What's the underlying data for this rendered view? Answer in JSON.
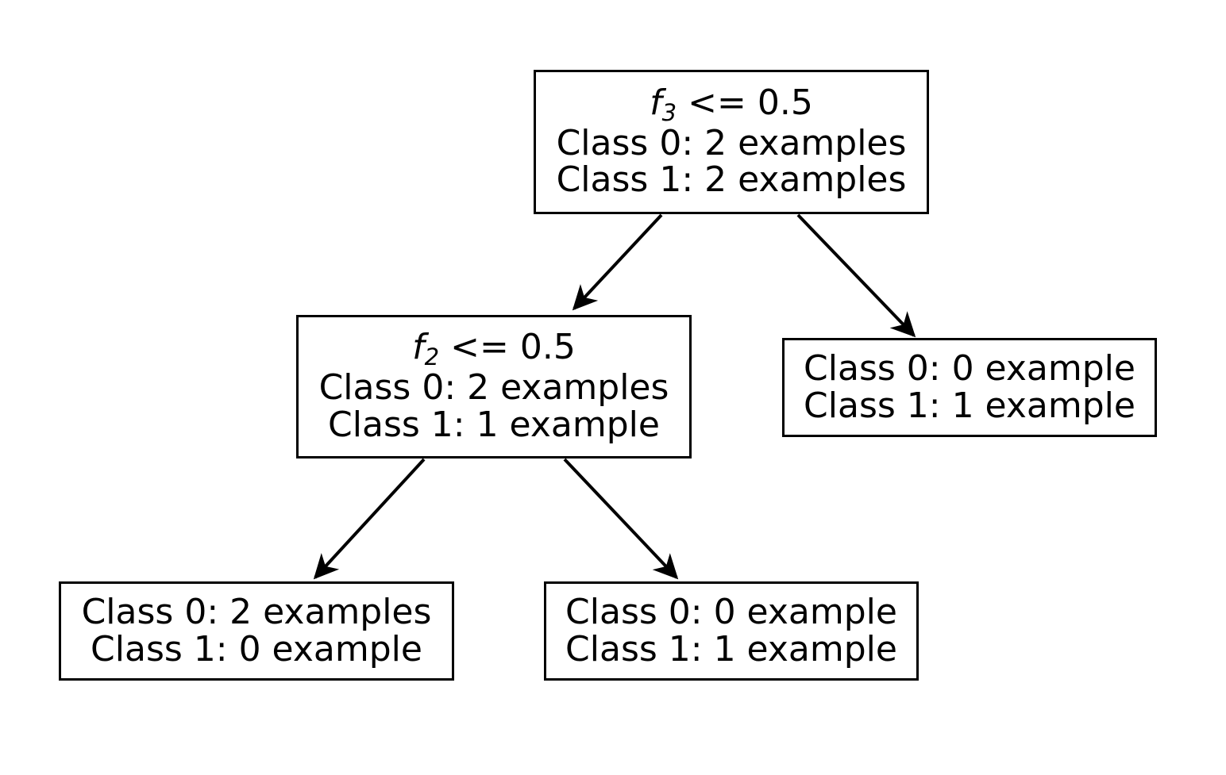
{
  "figure": {
    "type": "decision-tree-diagram",
    "background_color": "#ffffff",
    "stroke_color": "#000000",
    "text_color": "#000000"
  },
  "nodes": {
    "root": {
      "id": "root",
      "kind": "internal",
      "condition": {
        "feature": "f",
        "subscript": "3",
        "operator": "<=",
        "threshold": "0.5",
        "text": "f3 <= 0.5"
      },
      "class0": "Class 0: 2 examples",
      "class1": "Class 1: 2 examples"
    },
    "internal": {
      "id": "internal",
      "kind": "internal",
      "condition": {
        "feature": "f",
        "subscript": "2",
        "operator": "<=",
        "threshold": "0.5",
        "text": "f2 <= 0.5"
      },
      "class0": "Class 0: 2 examples",
      "class1": "Class 1: 1 example"
    },
    "leaf_a": {
      "id": "leaf_a",
      "kind": "leaf",
      "class0": "Class 0: 0 example",
      "class1": "Class 1: 1 example"
    },
    "leaf_b": {
      "id": "leaf_b",
      "kind": "leaf",
      "class0": "Class 0: 2 examples",
      "class1": "Class 1: 0 example"
    },
    "leaf_c": {
      "id": "leaf_c",
      "kind": "leaf",
      "class0": "Class 0: 0 example",
      "class1": "Class 1: 1 example"
    }
  },
  "edges": [
    {
      "id": "root-to-internal",
      "from": "root",
      "to": "internal",
      "branch": "true"
    },
    {
      "id": "root-to-leaf-a",
      "from": "root",
      "to": "leaf_a",
      "branch": "false"
    },
    {
      "id": "internal-to-leaf-b",
      "from": "internal",
      "to": "leaf_b",
      "branch": "true"
    },
    {
      "id": "internal-to-leaf-c",
      "from": "internal",
      "to": "leaf_c",
      "branch": "false"
    }
  ]
}
